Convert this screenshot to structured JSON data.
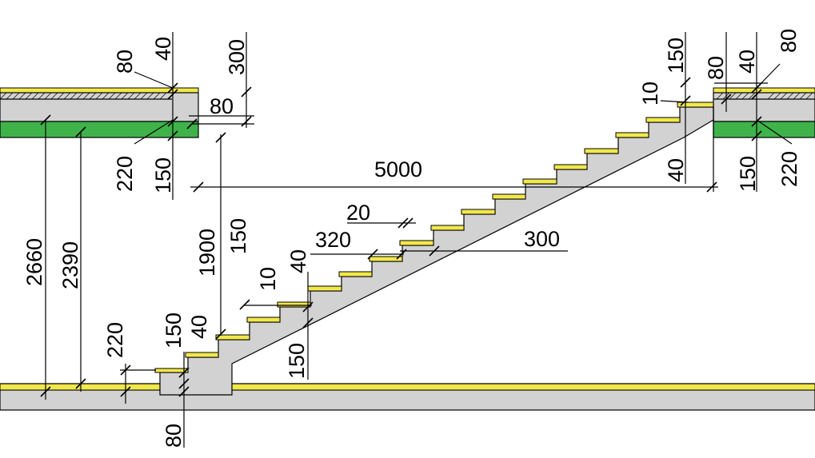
{
  "colors": {
    "concrete": "#d2d2d2",
    "insulation": "#3fb34a",
    "finish": "#f2e84a",
    "line": "#000000"
  },
  "dimensions": {
    "top_left_80": "80",
    "top_left_40": "40",
    "top_left_300": "300",
    "top_left_80b": "80",
    "top_left_220": "220",
    "top_left_150": "150",
    "top_right_150": "150",
    "top_right_10": "10",
    "top_right_80": "80",
    "top_right_40": "40",
    "top_right_80b": "80",
    "right_40": "40",
    "right_150": "150",
    "right_220": "220",
    "span_5000": "5000",
    "left_2660": "2660",
    "left_2390": "2390",
    "mid_1900": "1900",
    "mid_150": "150",
    "mid_10": "10",
    "mid_40": "40",
    "tread_320": "320",
    "nosing_20": "20",
    "tread_300": "300",
    "bottom_220": "220",
    "bottom_150": "150",
    "bottom_40": "40",
    "bottom_150b": "150",
    "bottom_80": "80"
  }
}
